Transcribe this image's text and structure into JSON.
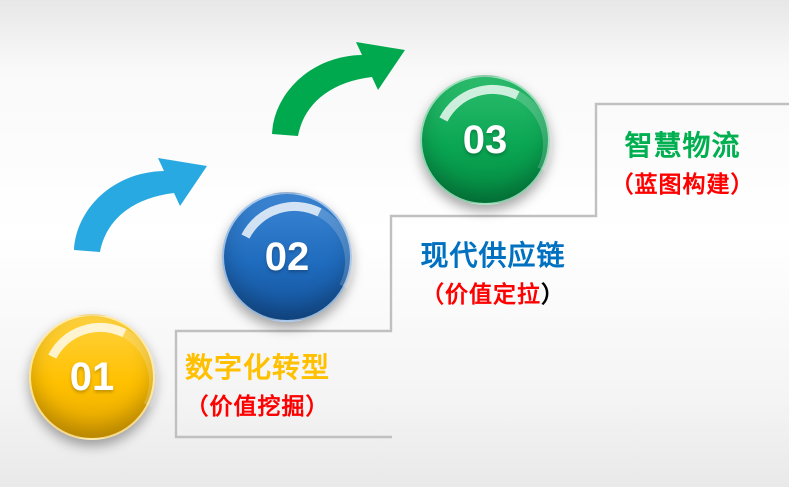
{
  "steps": [
    {
      "number": "01",
      "title": "数字化转型",
      "subtitle": "（价值挖掘）",
      "circle_color": "#FFC000",
      "title_color": "#FFC000",
      "subtitle_color": "#FF0000"
    },
    {
      "number": "02",
      "title": "现代供应链",
      "subtitle": "（价值定拉",
      "subtitle_suffix": "）",
      "circle_color": "#1F6BBD",
      "title_color": "#0070C0",
      "subtitle_color": "#FF0000",
      "subtitle_suffix_color": "#000000"
    },
    {
      "number": "03",
      "title": "智慧物流",
      "subtitle": "（蓝图构建）",
      "circle_color": "#0AA653",
      "title_color": "#00B050",
      "subtitle_color": "#FF0000"
    }
  ],
  "arrows": [
    {
      "name": "curved-up-arrow-blue",
      "color": "#29A9E1"
    },
    {
      "name": "curved-up-arrow-green",
      "color": "#00A94E"
    }
  ],
  "staircase": {
    "line_color": "#C0C0C0"
  }
}
